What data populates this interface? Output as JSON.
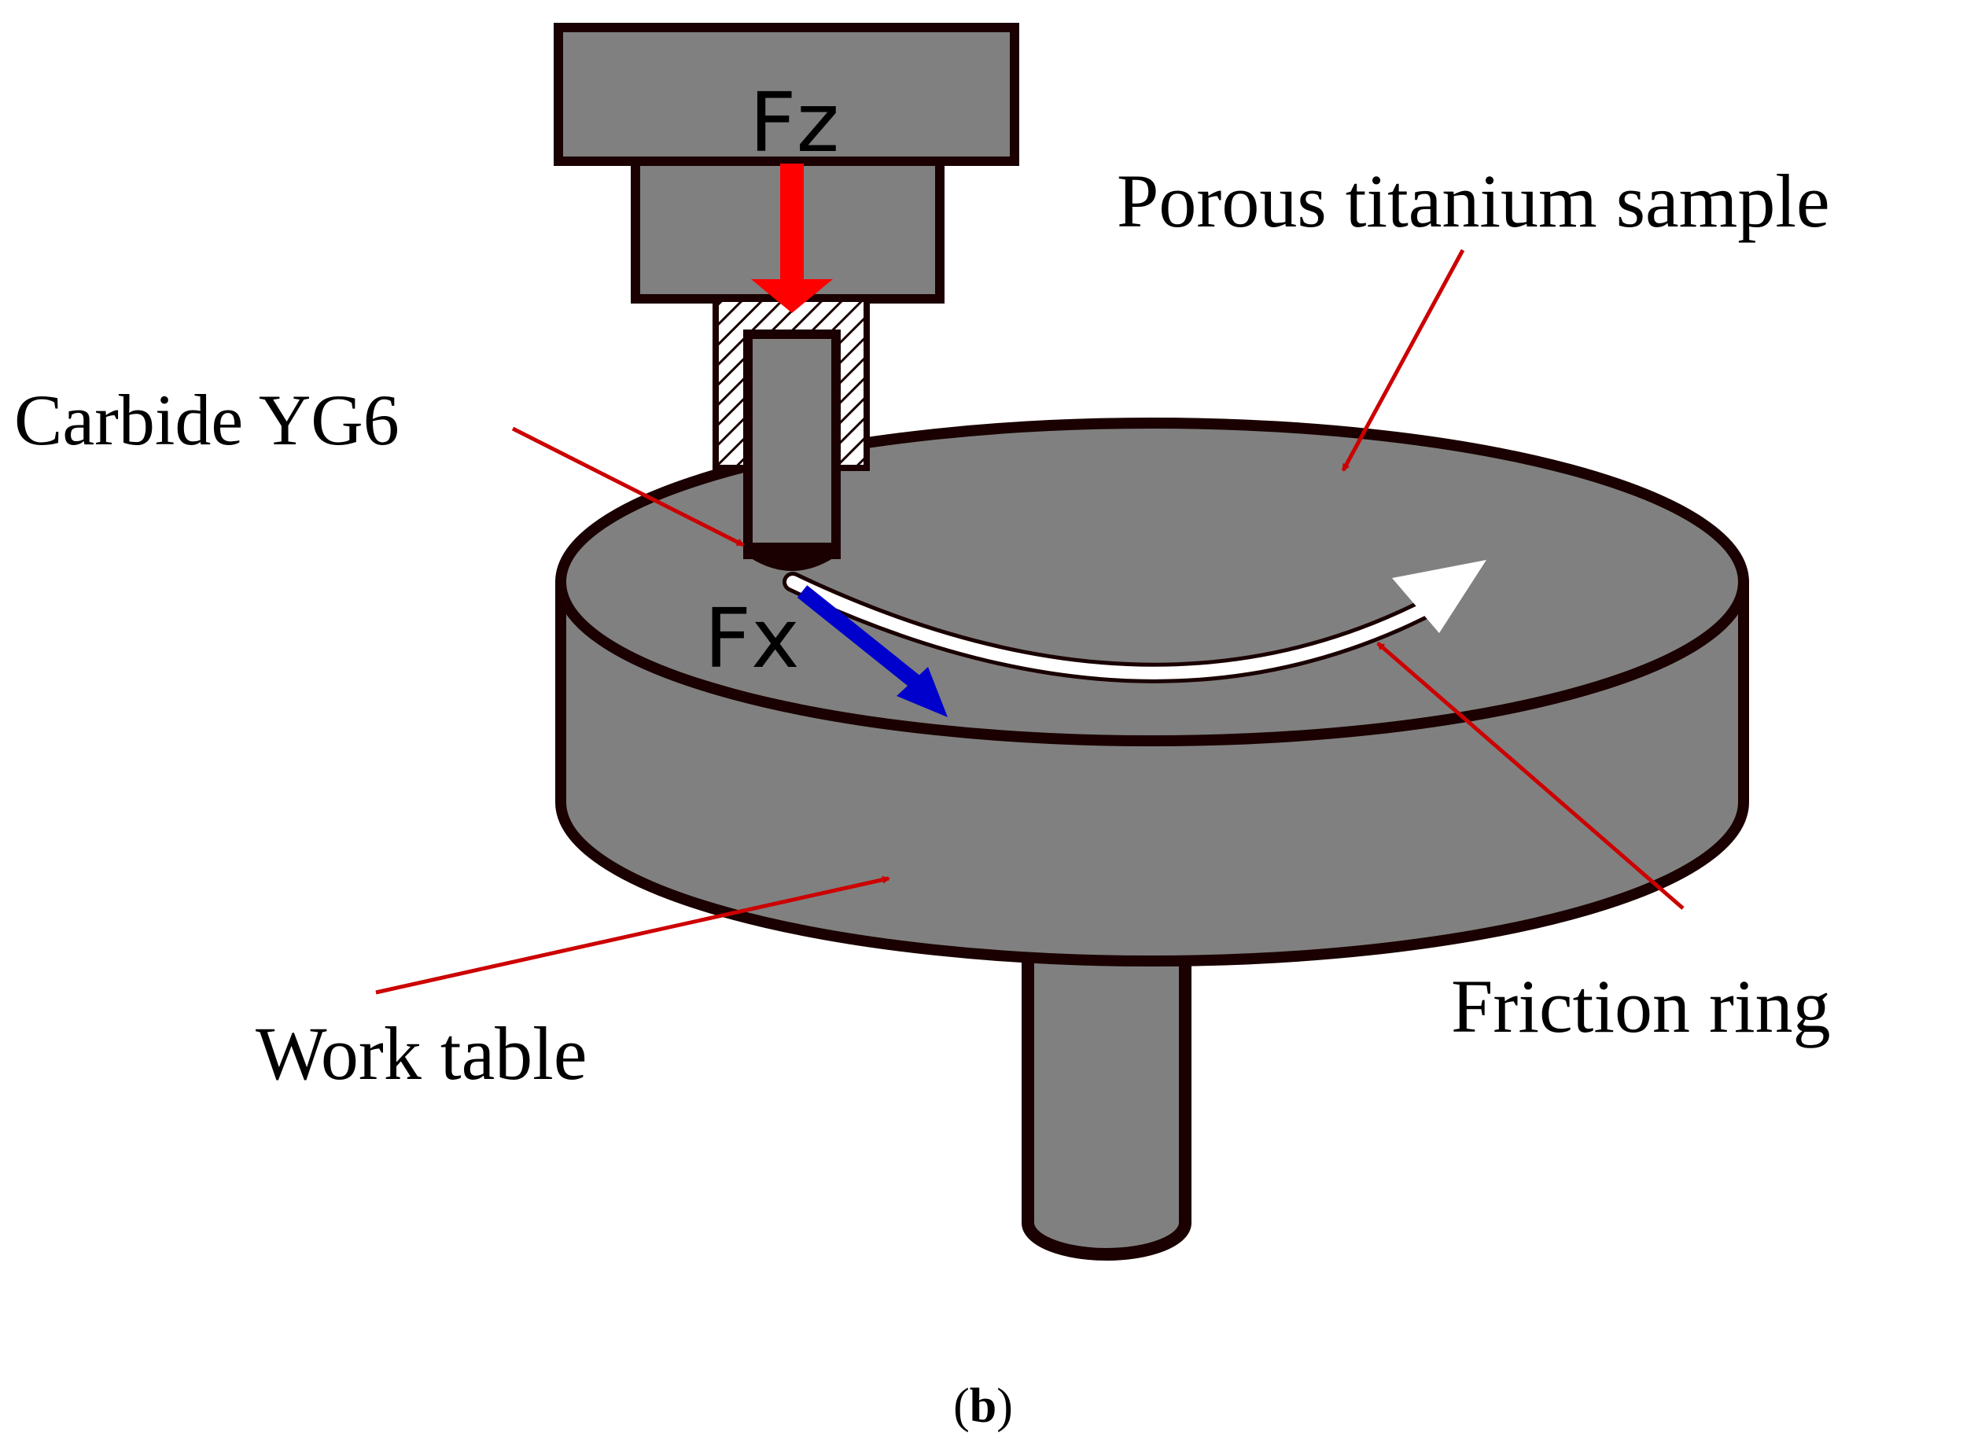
{
  "labels": {
    "fz": "Fz",
    "fx": "Fx",
    "carbide": "Carbide YG6",
    "porous_sample": "Porous titanium sample",
    "friction_ring": "Friction ring",
    "work_table": "Work table"
  },
  "caption": {
    "open": "(",
    "letter": "b",
    "close": ")"
  },
  "colors": {
    "part_fill": "#808080",
    "outline": "#1a0000",
    "fz_arrow": "#ff0000",
    "fx_arrow": "#0000cc",
    "motion_arrow": "#ffffff",
    "leader_line": "#cc0000"
  }
}
